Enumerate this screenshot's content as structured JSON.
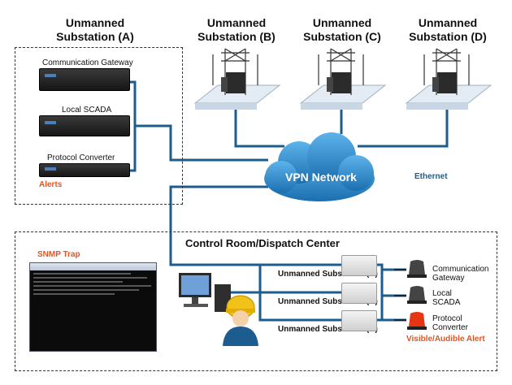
{
  "substations": {
    "a_title": "Unmanned Substation (A)",
    "b_title": "Unmanned Substation (B)",
    "c_title": "Unmanned Substation (C)",
    "d_title": "Unmanned Substation (D)"
  },
  "station_a": {
    "comm_gateway": "Communication Gateway",
    "local_scada": "Local SCADA",
    "protocol_converter": "Protocol Converter",
    "alerts": "Alerts"
  },
  "network": {
    "vpn": "VPN Network",
    "ethernet": "Ethernet"
  },
  "control": {
    "title": "Control Room/Dispatch Center",
    "snmp": "SNMP Trap",
    "links": [
      "Unmanned Substation (A)",
      "Unmanned Substation (B)",
      "Unmanned Substation (C)"
    ],
    "alarms": [
      "Communication Gateway",
      "Local SCADA",
      "Protocol Converter"
    ],
    "alert_label": "Visible/Audible Alert"
  },
  "colors": {
    "line": "#1d5c8e",
    "orange": "#e8531d",
    "cloud": "#2d8ad0"
  }
}
